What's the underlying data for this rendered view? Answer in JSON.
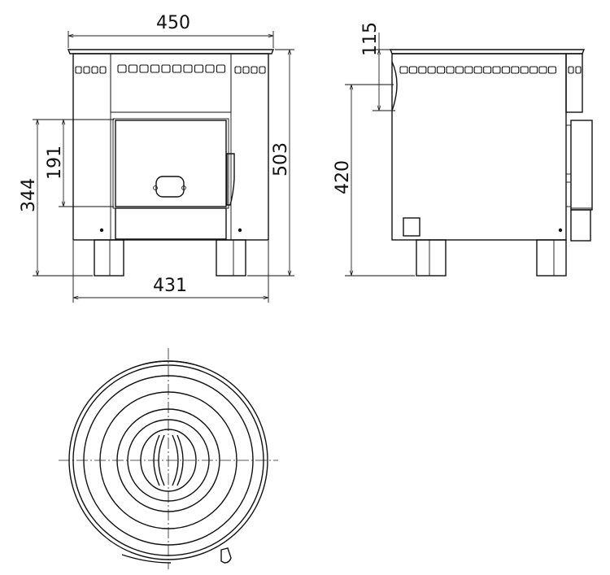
{
  "dimensions": {
    "front_width_top": "450",
    "front_width_bottom": "431",
    "front_height_total": "503",
    "front_height_lower": "344",
    "front_height_door": "191",
    "side_height_top": "115",
    "side_height_body": "420"
  },
  "colors": {
    "line": "#111111",
    "background": "#ffffff"
  }
}
